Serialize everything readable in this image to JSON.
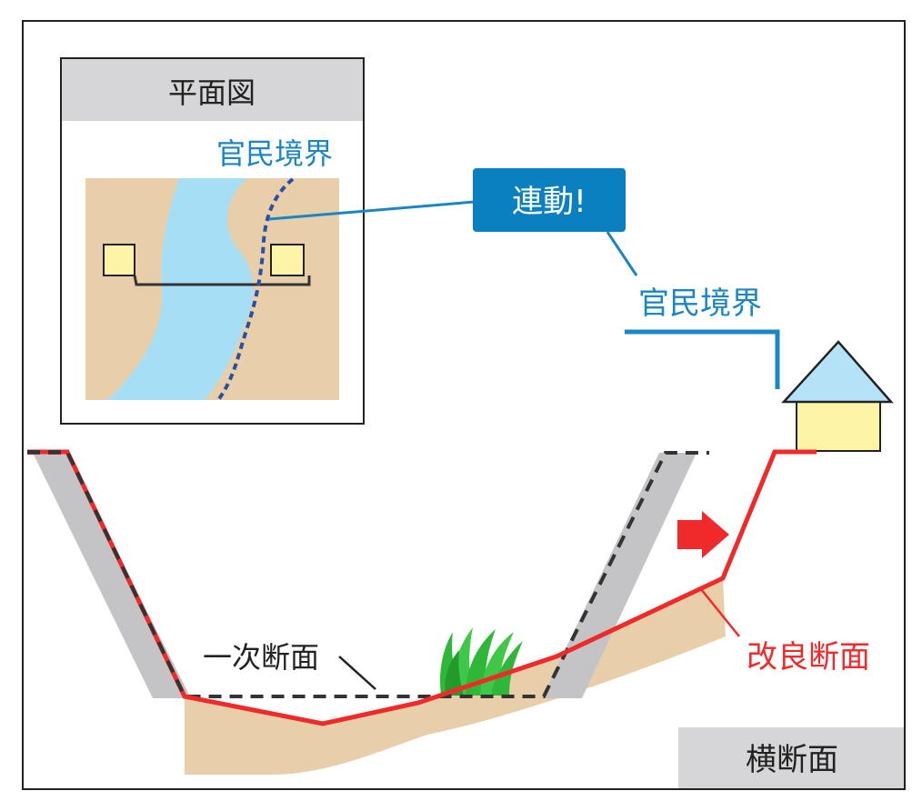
{
  "plan_view": {
    "title": "平面図",
    "boundary_label": "官民境界"
  },
  "callout": {
    "text": "連動!"
  },
  "section": {
    "boundary_label": "官民境界",
    "primary_section_label": "一次断面",
    "improved_section_label": "改良断面",
    "section_tag": "横断面"
  },
  "colors": {
    "boundary_blue": "#1a86c4",
    "callout_blue": "#0a80c1",
    "improved_red": "#f02a2a",
    "primary_dashed": "#333333",
    "ground_tan": "#e8cfaa",
    "water_blue": "#a6def5",
    "wall_gray": "#c4c4c6",
    "house_wall": "#fdf5a5",
    "house_roof": "#b6e2f8",
    "grass_green": "#2fb737"
  }
}
